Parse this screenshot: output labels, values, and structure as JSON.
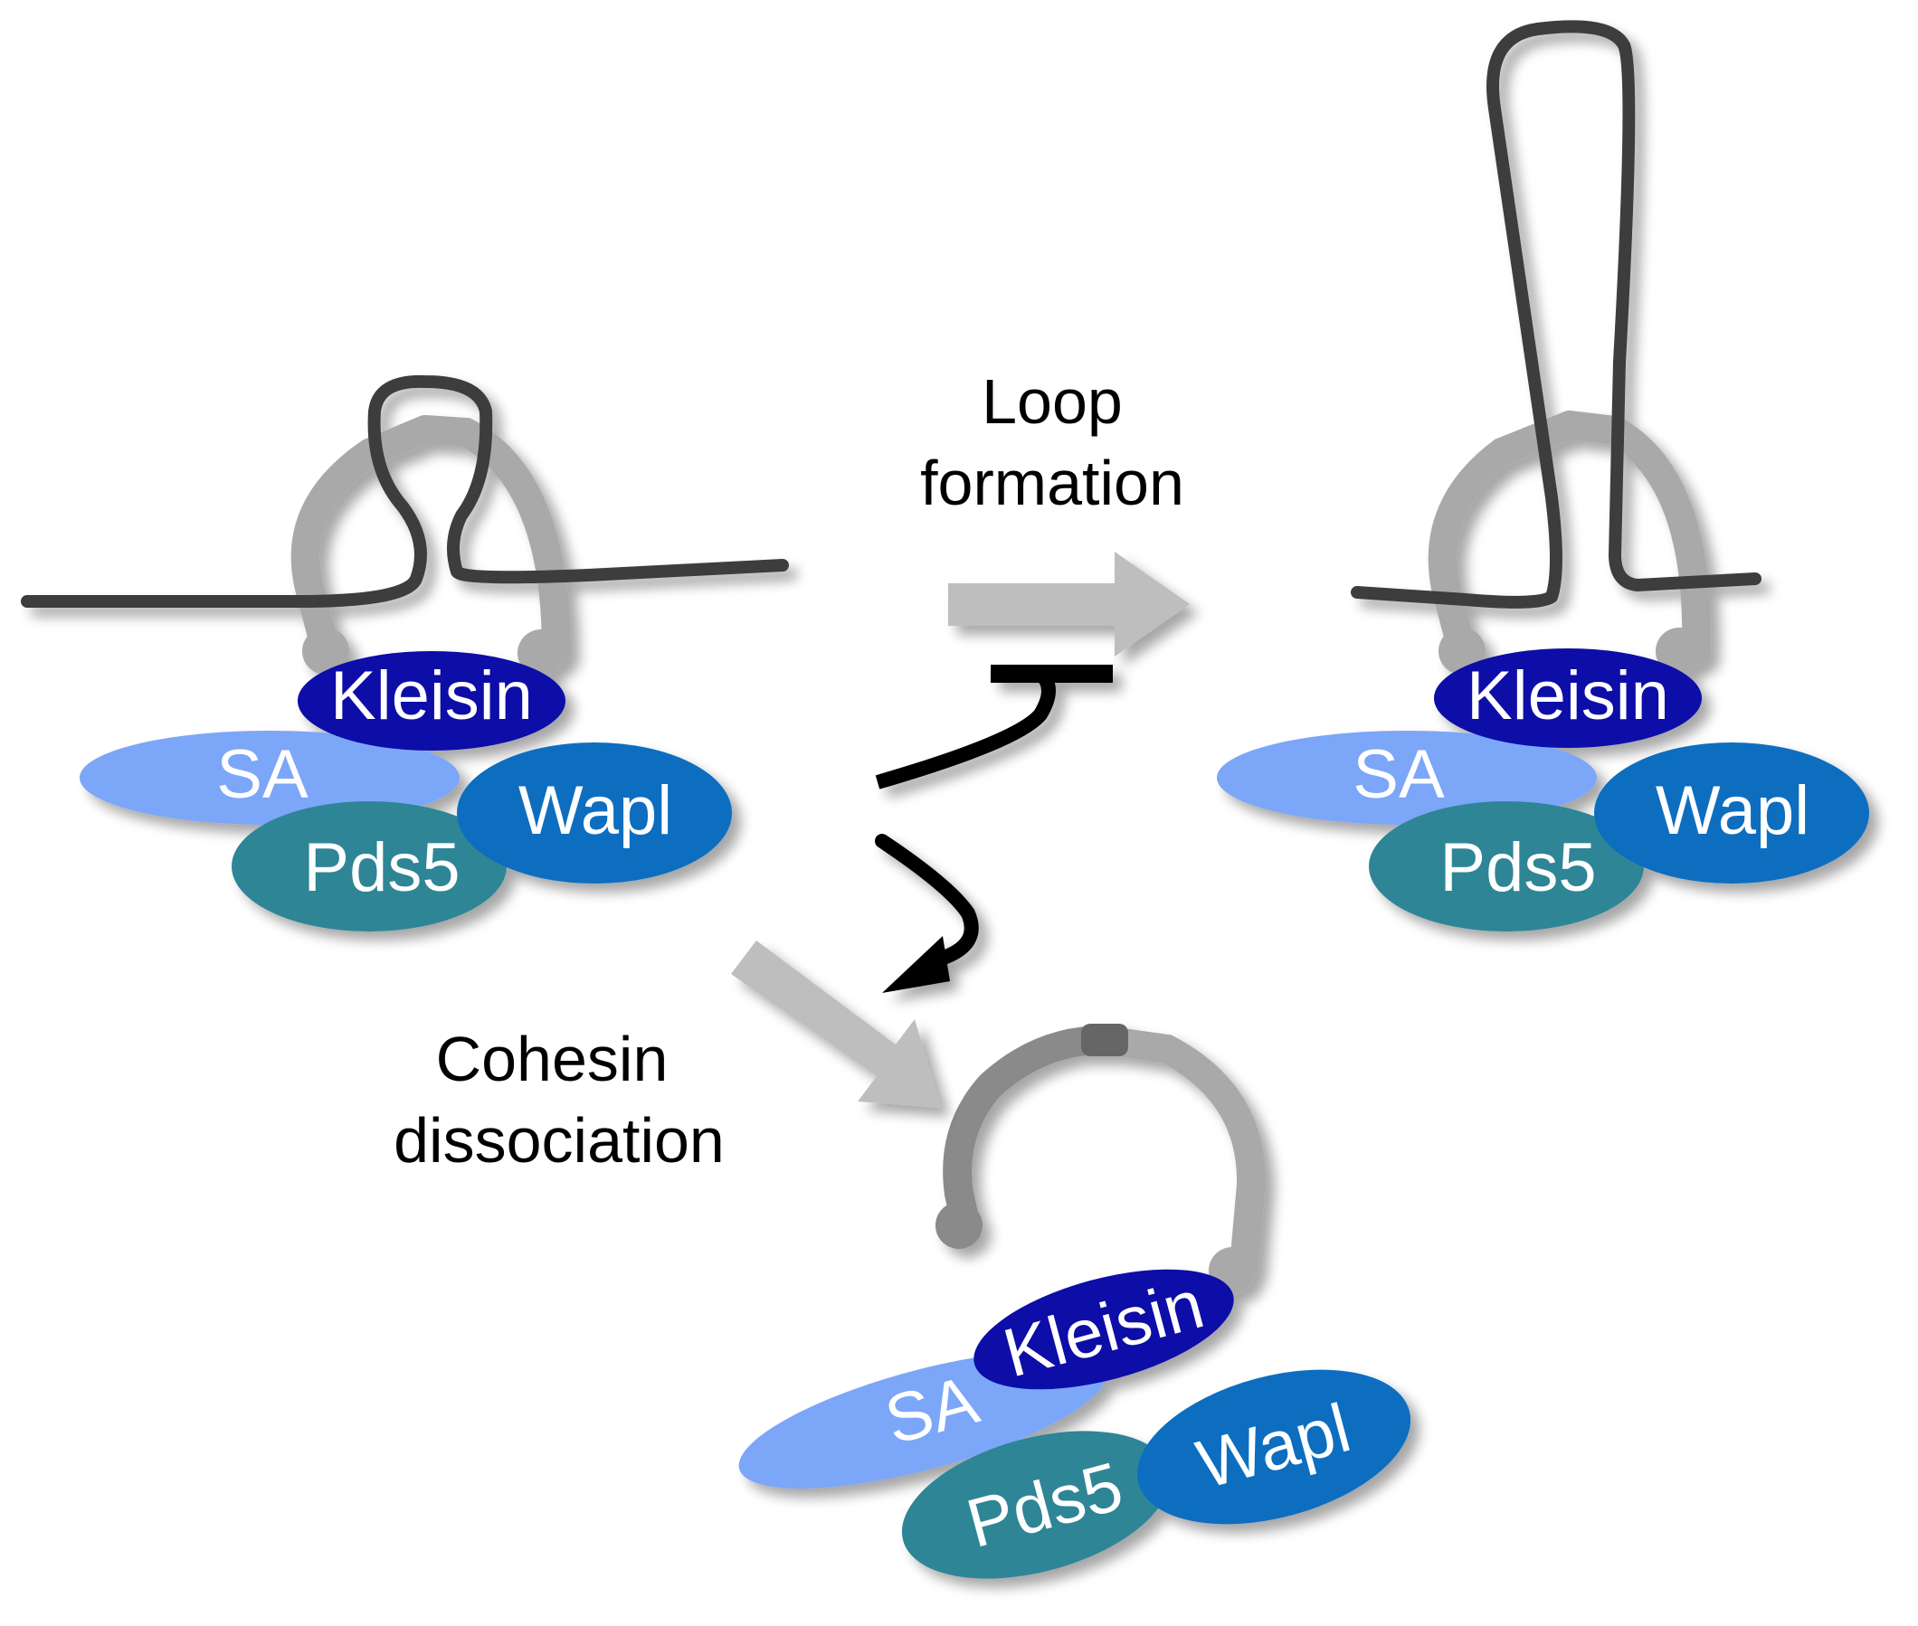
{
  "captions": {
    "loop_line1": "Loop",
    "loop_line2": "formation",
    "dissoc_line1": "Cohesin",
    "dissoc_line2": "dissociation"
  },
  "proteins": {
    "kleisin": "Kleisin",
    "sa": "SA",
    "wapl": "Wapl",
    "pds5": "Pds5"
  },
  "colors": {
    "kleisin": "#0A0AA8",
    "sa": "#7BA6F7",
    "wapl": "#0A6EC0",
    "pds5": "#2E8596",
    "dna": "#3C3C3C",
    "smc_light": "#A9A9A9",
    "smc_dark": "#8A8A8A",
    "arrow_gray": "#BEBEBE",
    "arrow_black": "#000000"
  }
}
